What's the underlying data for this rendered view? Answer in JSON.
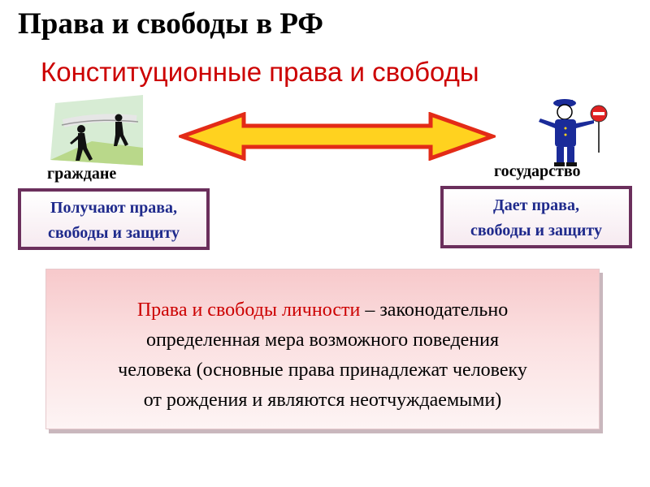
{
  "page": {
    "title": "Права и свободы в РФ",
    "subtitle": "Конституционные права и свободы"
  },
  "colors": {
    "title": "#000000",
    "subtitle": "#cc0000",
    "box_text": "#1f2a8c",
    "box_border": "#6b2f5c",
    "arrow_fill": "#ffd21f",
    "arrow_outline": "#e32b17",
    "definition_term": "#cc0000"
  },
  "icons": {
    "left_illustration": "citizens-walking-icon",
    "arrow": "double-arrow-icon",
    "right_illustration": "police-officer-stop-sign-icon"
  },
  "left": {
    "label": "граждане",
    "box_line1": "Получают права,",
    "box_line2": "свободы и защиту"
  },
  "right": {
    "label": "государство",
    "box_line1": "Дает права,",
    "box_line2": "свободы и защиту"
  },
  "definition": {
    "term": "Права и свободы личности",
    "rest_line1": " – законодательно",
    "line2": "определенная мера возможного поведения",
    "line3": "человека (основные права принадлежат человеку",
    "line4": "от рождения и являются неотчуждаемыми)"
  }
}
